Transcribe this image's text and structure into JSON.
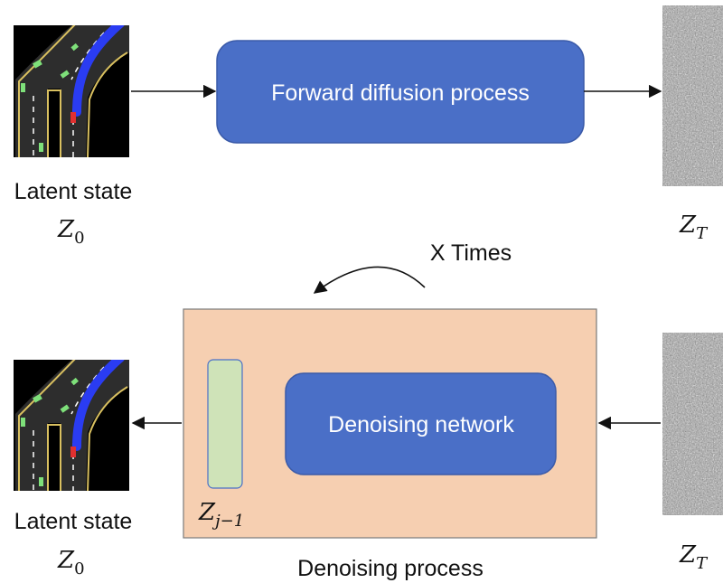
{
  "forward": {
    "box_label": "Forward diffusion process",
    "input_caption": "Latent state",
    "input_symbol": "Z",
    "input_subscript": "0",
    "output_symbol": "Z",
    "output_subscript": "T"
  },
  "loop": {
    "label": "X Times"
  },
  "denoise": {
    "box_label": "Denoising network",
    "intermediate_symbol": "Z",
    "intermediate_subscript": "j−1",
    "caption": "Denoising process",
    "output_caption": "Latent state",
    "output_symbol": "Z",
    "output_subscript": "0",
    "input_symbol": "Z",
    "input_subscript": "T"
  },
  "colors": {
    "process_box": "#4a6fc7",
    "process_box_border": "#3a5aa8",
    "denoise_panel": "#f6cfb1",
    "denoise_panel_border": "#7a7a7a",
    "latent_bar": "#cfe3b8",
    "latent_bar_border": "#4a6fc7",
    "road": "#2d2d2d",
    "lane_yellow": "#d9c060",
    "ego_path": "#2a3cf2",
    "ego_vehicle": "#e03030",
    "other_vehicles": "#7ee07a"
  },
  "icons": {
    "scene_image": "road-scene-image",
    "noise_image": "gaussian-noise-image"
  }
}
